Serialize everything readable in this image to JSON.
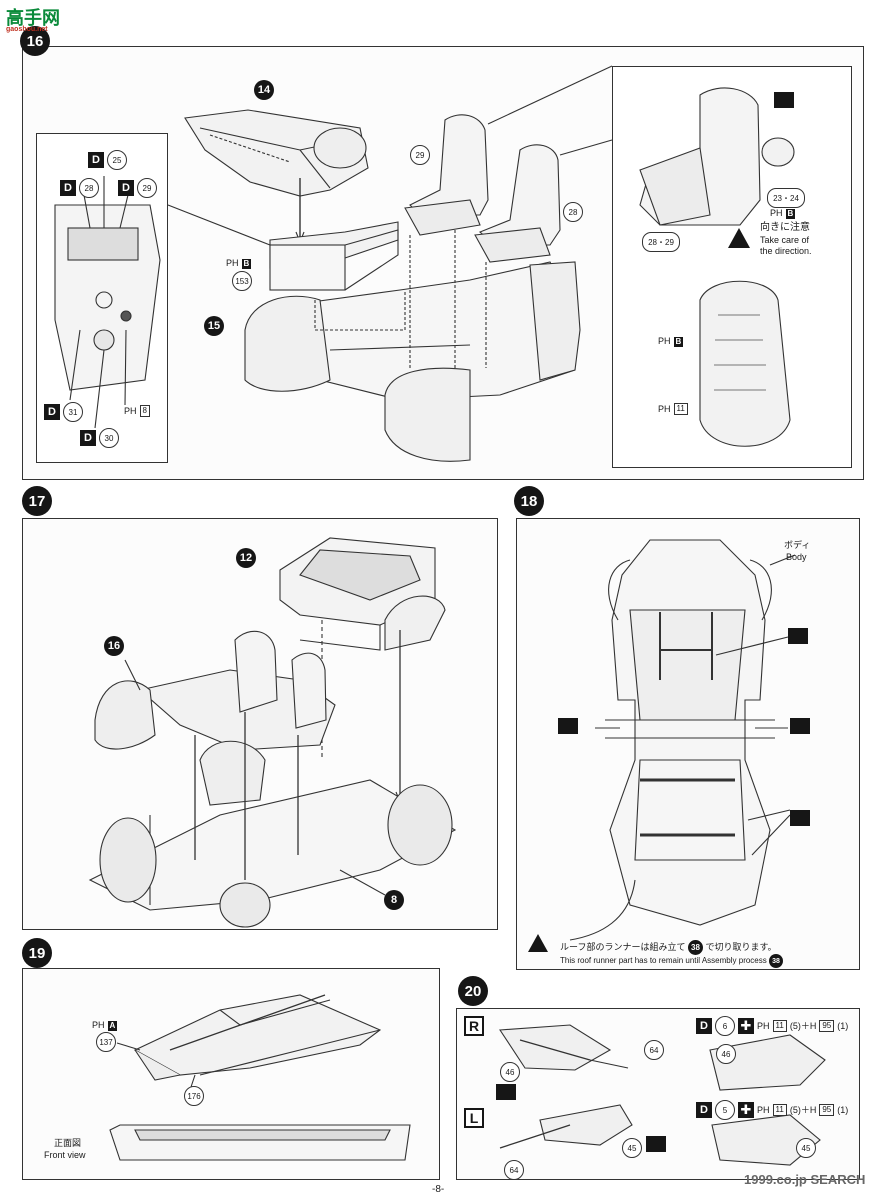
{
  "header": {
    "logo_text": "高手网",
    "logo_url": "gaoshou.net",
    "step_partial": "16"
  },
  "step16": {
    "part_main": "14",
    "part_chassis": "15",
    "callouts": [
      "29",
      "28",
      "153",
      "23・24",
      "28・29"
    ],
    "dash_decals": [
      "25",
      "28",
      "29",
      "31",
      "30"
    ],
    "decal_letter": "D",
    "ph_labels": [
      "PH",
      "B",
      "8",
      "11"
    ],
    "care_jp": "向きに注意",
    "care_en1": "Take care of",
    "care_en2": "the direction."
  },
  "step17": {
    "num": "17",
    "parts": [
      "12",
      "16",
      "8"
    ]
  },
  "step18": {
    "num": "18",
    "body_jp": "ボディ",
    "body_en": "Body",
    "note_jp": "ルーフ部のランナーは組み立て",
    "note_jp_tail": "で切り取ります。",
    "note_en": "This roof runner part has to remain until Assembly process",
    "note_ref": "38"
  },
  "step19": {
    "num": "19",
    "callouts": [
      "137",
      "176"
    ],
    "ph_letter": "A",
    "front_jp": "正面図",
    "front_en": "Front view"
  },
  "step20": {
    "num": "20",
    "side_r": "R",
    "side_l": "L",
    "r_decal": "6",
    "l_decal": "5",
    "r_formula": "(5)＋H",
    "formula_a": "11",
    "formula_b": "95",
    "formula_tail": "(1)",
    "callouts_r": [
      "64",
      "46"
    ],
    "callouts_l": [
      "64",
      "45"
    ]
  },
  "footer": {
    "page": "-8-",
    "watermark": "1999.co.jp",
    "watermark2": "SEARCH"
  }
}
